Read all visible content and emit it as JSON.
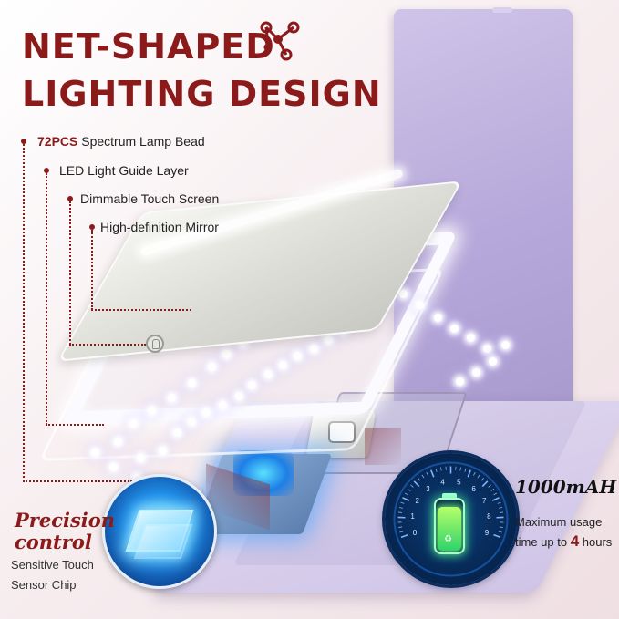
{
  "title": {
    "line1": "NET-SHAPED",
    "line2": "LIGHTING DESIGN"
  },
  "icons": {
    "title_icon": "network-icon",
    "touch_icon": "touch-button-icon",
    "battery_icon": "battery-icon",
    "recycle_icon": "recycle-icon"
  },
  "layers": [
    {
      "highlight": "72PCS",
      "text": "Spectrum Lamp Bead"
    },
    {
      "highlight": "",
      "text": "LED Light Guide Layer"
    },
    {
      "highlight": "",
      "text": "Dimmable Touch Screen"
    },
    {
      "highlight": "",
      "text": "High-definition Mirror"
    }
  ],
  "chip": {
    "title1": "Precision",
    "title2": "control",
    "desc1": "Sensitive Touch",
    "desc2": "Sensor Chip"
  },
  "battery": {
    "capacity": "1000mAH",
    "usage_line1": "Maximum usage",
    "usage_line2_prefix": "time up to ",
    "usage_hours": "4",
    "usage_line2_suffix": " hours",
    "gauge_ticks": [
      "0",
      "1",
      "2",
      "3",
      "4",
      "5",
      "6",
      "7",
      "8",
      "9"
    ]
  },
  "colors": {
    "accent": "#8b1a1a",
    "lid": "#b6a8da",
    "gauge": "#072a58",
    "battery_glow": "#2fd36a"
  }
}
